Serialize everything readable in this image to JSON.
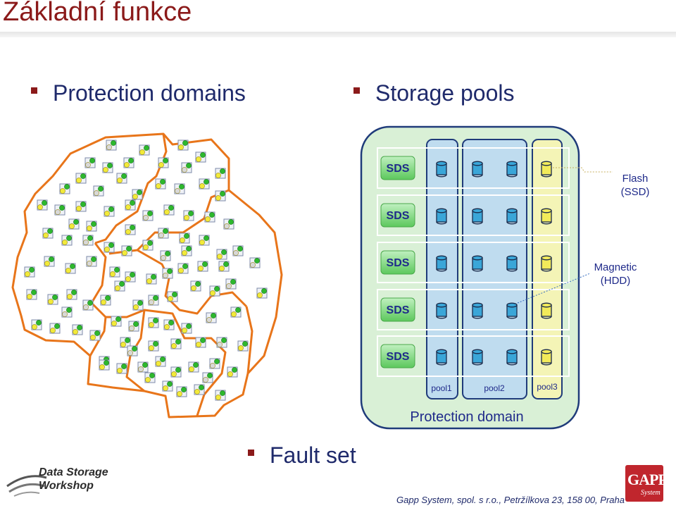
{
  "slide": {
    "title": "Základní funkce",
    "bullets": [
      "Protection domains",
      "Storage pools",
      "Fault set"
    ]
  },
  "storage": {
    "sds_label": "SDS",
    "sds_count": 5,
    "pools": [
      "pool1",
      "pool2",
      "pool3"
    ],
    "domain_label": "Protection domain",
    "flash_label": [
      "Flash",
      "(SSD)"
    ],
    "magnetic_label": [
      "Magnetic",
      "(HDD)"
    ]
  },
  "colors": {
    "title": "#8b1a1a",
    "bullet_text": "#1f2a6b",
    "fault_outline": "#e8751a",
    "domain_fill": "#d9f0d6",
    "sds_fill": "#7fd67f",
    "sds_text": "#1f2a8a",
    "disk_blue": "#3aa6d8",
    "disk_yellow": "#f2ea5a"
  },
  "footer": {
    "company": "Gapp System, spol. s r.o., Petržílkova 23, 158 00, Praha",
    "logo_left": [
      "Data Storage",
      "Workshop"
    ],
    "logo_right_big": "GAPP",
    "logo_right_small": "System"
  }
}
